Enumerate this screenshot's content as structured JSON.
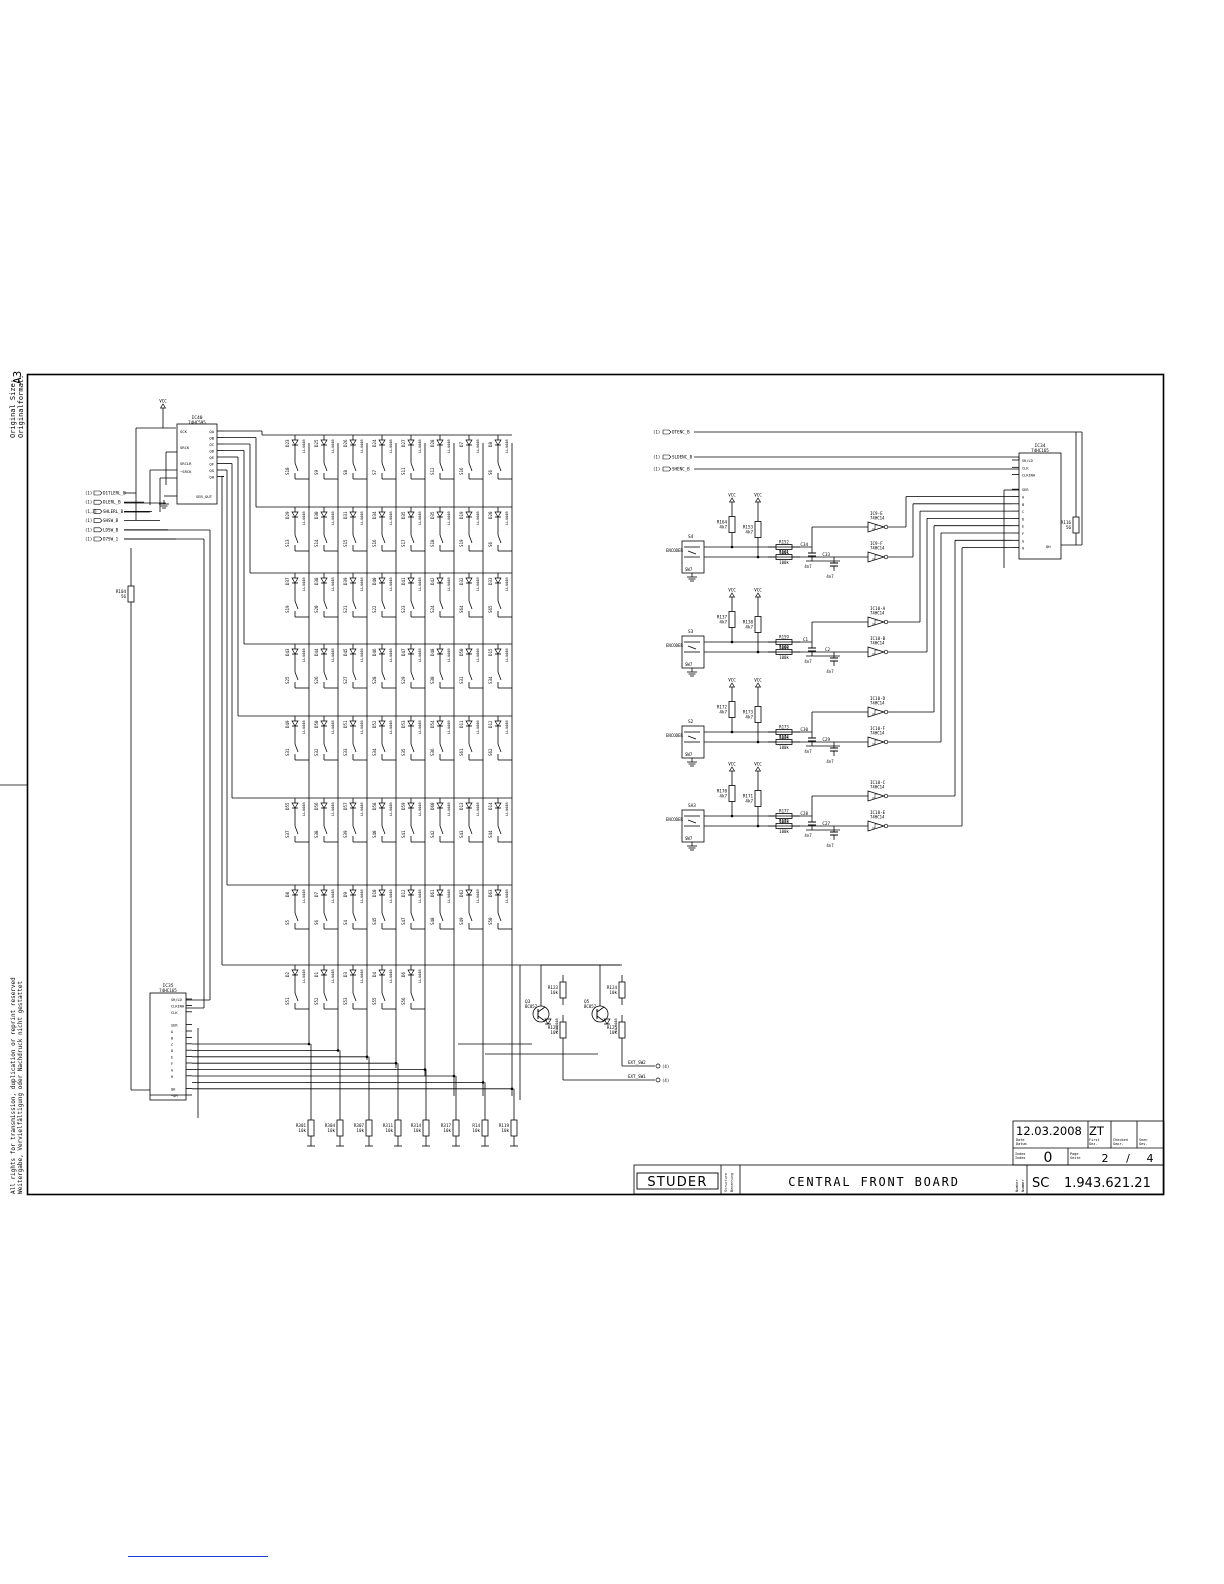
{
  "sheet": {
    "side_format": {
      "label_de": "Original Size:",
      "label_en": "Originalformat:",
      "value": "A3"
    },
    "copyright": [
      "All rights for transmission, duplication or reprint reserved",
      "Weitergabe, Vervielfältigung oder Nachdruck nicht gestattet"
    ]
  },
  "title_block": {
    "date": "12.03.2008",
    "initials": "ZT",
    "date_label": "Date\nDatum",
    "first_label": "First\nGez.",
    "checked_label": "Checked\nGepr.",
    "seen_label": "Seen\nGes.",
    "index_label": "Index\nIndex",
    "index_value": "0",
    "page_label": "Page\nSeite",
    "page_value": "2",
    "page_sep": "/",
    "page_total": "4",
    "company": "STUDER",
    "dept_label": "Structure\nBenennung",
    "title": "CENTRAL FRONT BOARD",
    "number_label": "Number\nNummer",
    "number_prefix": "SC",
    "number": "1.943.621.21"
  },
  "left": {
    "vcc": "VCC",
    "ic40": {
      "ref": "IC40",
      "part": "74HC595",
      "pins_left": [
        "SCK",
        "",
        "SRCK",
        "",
        "SRCLR",
        "~SRCK"
      ],
      "pins_right": [
        "QA",
        "QB",
        "QC",
        "QD",
        "QE",
        "QF",
        "QG",
        "QH"
      ],
      "pin_ser": "SER_OUT"
    },
    "ic35": {
      "ref": "IC35",
      "part": "74HC165",
      "pins_left": [
        "SH/LD",
        "CLKINH",
        "CLK",
        "",
        "SER",
        "A",
        "B",
        "C",
        "D",
        "E",
        "F",
        "G",
        "H",
        "",
        "QH",
        "~QH"
      ]
    },
    "nets": [
      {
        "tag": "(1)",
        "name": "D1TLERL_B"
      },
      {
        "tag": "(1)",
        "name": "DLERL_B"
      },
      {
        "tag": "(1,3)",
        "name": "SHLERL_B"
      },
      {
        "tag": "(1)",
        "name": "SHSW_B"
      },
      {
        "tag": "(1)",
        "name": "LDSW_B"
      },
      {
        "tag": "(1)",
        "name": "D7SW_1"
      }
    ],
    "r104": {
      "ref": "R104",
      "val": "56"
    },
    "diode_part": "LL4448",
    "rows": [
      {
        "d": [
          "D23",
          "D25",
          "D26",
          "D24",
          "D27",
          "D28",
          "D7",
          "D8"
        ],
        "s": [
          "S10",
          "S9",
          "S8",
          "S7",
          "S11",
          "S12",
          "S16",
          "S6"
        ]
      },
      {
        "d": [
          "D29",
          "D30",
          "D31",
          "D34",
          "D35",
          "D35",
          "D19",
          "D20"
        ],
        "s": [
          "S13",
          "S14",
          "S15",
          "S16",
          "S17",
          "S18",
          "S19",
          "S6"
        ]
      },
      {
        "d": [
          "D37",
          "D38",
          "D39",
          "D40",
          "D41",
          "D42",
          "D32",
          "D33"
        ],
        "s": [
          "S19",
          "S20",
          "S21",
          "S22",
          "S23",
          "S24",
          "S64",
          "S65"
        ]
      },
      {
        "d": [
          "D43",
          "D44",
          "D45",
          "D46",
          "D47",
          "D48",
          "D50",
          "D15"
        ],
        "s": [
          "S25",
          "S26",
          "S27",
          "S28",
          "S29",
          "S30",
          "S31",
          "S34"
        ]
      },
      {
        "d": [
          "D49",
          "D50",
          "D51",
          "D52",
          "D53",
          "D54",
          "D11",
          "D12"
        ],
        "s": [
          "S31",
          "S32",
          "S33",
          "S34",
          "S35",
          "S36",
          "S61",
          "S62"
        ]
      },
      {
        "d": [
          "D55",
          "D56",
          "D57",
          "D58",
          "D59",
          "D60",
          "D13",
          "D14"
        ],
        "s": [
          "S37",
          "S38",
          "S39",
          "S40",
          "S41",
          "S42",
          "S43",
          "S44"
        ]
      },
      {
        "d": [
          "D8",
          "D7",
          "D9",
          "D10",
          "D12",
          "D61",
          "D62",
          "D63"
        ],
        "s": [
          "S5",
          "S6",
          "S4",
          "S45",
          "S47",
          "S48",
          "S49",
          "S50"
        ]
      },
      {
        "d": [
          "D2",
          "D1",
          "D3",
          "D4",
          "D6"
        ],
        "s": [
          "S51",
          "S52",
          "S53",
          "S55",
          "S56"
        ]
      }
    ],
    "q3": {
      "ref": "Q3",
      "part": "BC857"
    },
    "q5": {
      "ref": "Q5",
      "part": "BC857"
    },
    "r123": {
      "ref": "R123",
      "val": "10k"
    },
    "r120": {
      "ref": "R120",
      "val": "10k"
    },
    "r124": {
      "ref": "R124",
      "val": "10k"
    },
    "r125": {
      "ref": "R125",
      "val": "10k"
    },
    "ext_sw2": "EXT_SW2",
    "ext_sw1": "EXT_SW1",
    "ext_tag": "(4)",
    "pullups": [
      {
        "ref": "R301",
        "val": "10k"
      },
      {
        "ref": "R304",
        "val": "10k"
      },
      {
        "ref": "R307",
        "val": "10k"
      },
      {
        "ref": "R311",
        "val": "10k"
      },
      {
        "ref": "R314",
        "val": "10k"
      },
      {
        "ref": "R317",
        "val": "10k"
      },
      {
        "ref": "R14",
        "val": "10k"
      },
      {
        "ref": "R119",
        "val": "10k"
      }
    ]
  },
  "right": {
    "nets": [
      {
        "tag": "(1)",
        "name": "DTENC_B"
      },
      {
        "tag": "(1)",
        "name": "SLDENC_B"
      },
      {
        "tag": "(1)",
        "name": "SHENC_B"
      }
    ],
    "ic34": {
      "ref": "IC34",
      "part": "74HC165",
      "pins": [
        "SH/LD",
        "CLK",
        "CLKINH",
        "",
        "SER",
        "A",
        "B",
        "C",
        "D",
        "E",
        "F",
        "G",
        "H"
      ],
      "out": "QH"
    },
    "r116": {
      "ref": "R116",
      "val": "56"
    },
    "vcc": "VCC",
    "encoders": [
      {
        "label": "ENCODER",
        "ref": "S4",
        "sw": "SW7",
        "r_a": {
          "ref": "R164",
          "val": "4k7"
        },
        "r_b": {
          "ref": "R153",
          "val": "4k7"
        },
        "r_c": {
          "ref": "R152",
          "val": "100k"
        },
        "r_d": {
          "ref": "R161",
          "val": "100k"
        },
        "c_a": {
          "ref": "C34",
          "val": "4n7"
        },
        "c_b": {
          "ref": "C33",
          "val": "4n7"
        },
        "g_a": {
          "ref": "IC9-E",
          "part": "74HC14"
        },
        "g_b": {
          "ref": "IC9-F",
          "part": "74HC14"
        }
      },
      {
        "label": "ENCODER",
        "ref": "S3",
        "sw": "SW7",
        "r_a": {
          "ref": "R137",
          "val": "4k7"
        },
        "r_b": {
          "ref": "R138",
          "val": "4k7"
        },
        "r_c": {
          "ref": "R159",
          "val": "100k"
        },
        "r_d": {
          "ref": "R160",
          "val": "100k"
        },
        "c_a": {
          "ref": "C1",
          "val": "4n7"
        },
        "c_b": {
          "ref": "C2",
          "val": "4n7"
        },
        "g_a": {
          "ref": "IC10-A",
          "part": "74HC14"
        },
        "g_b": {
          "ref": "IC10-B",
          "part": "74HC14"
        }
      },
      {
        "label": "ENCODER",
        "ref": "S2",
        "sw": "SW7",
        "r_a": {
          "ref": "R172",
          "val": "4k7"
        },
        "r_b": {
          "ref": "R173",
          "val": "4k7"
        },
        "r_c": {
          "ref": "R173",
          "val": "100k"
        },
        "r_d": {
          "ref": "R174",
          "val": "100k"
        },
        "c_a": {
          "ref": "C30",
          "val": "4n7"
        },
        "c_b": {
          "ref": "C29",
          "val": "4n7"
        },
        "g_a": {
          "ref": "IC10-D",
          "part": "74HC14"
        },
        "g_b": {
          "ref": "IC10-F",
          "part": "74HC14"
        }
      },
      {
        "label": "ENCODER",
        "ref": "SA3",
        "sw": "SW7",
        "r_a": {
          "ref": "R170",
          "val": "4k7"
        },
        "r_b": {
          "ref": "R171",
          "val": "4k7"
        },
        "r_c": {
          "ref": "R177",
          "val": "100k"
        },
        "r_d": {
          "ref": "R173",
          "val": "100k"
        },
        "c_a": {
          "ref": "C28",
          "val": "4n7"
        },
        "c_b": {
          "ref": "C27",
          "val": "4n7"
        },
        "g_a": {
          "ref": "IC10-C",
          "part": "74HC14"
        },
        "g_b": {
          "ref": "IC10-E",
          "part": "74HC14"
        }
      }
    ]
  }
}
